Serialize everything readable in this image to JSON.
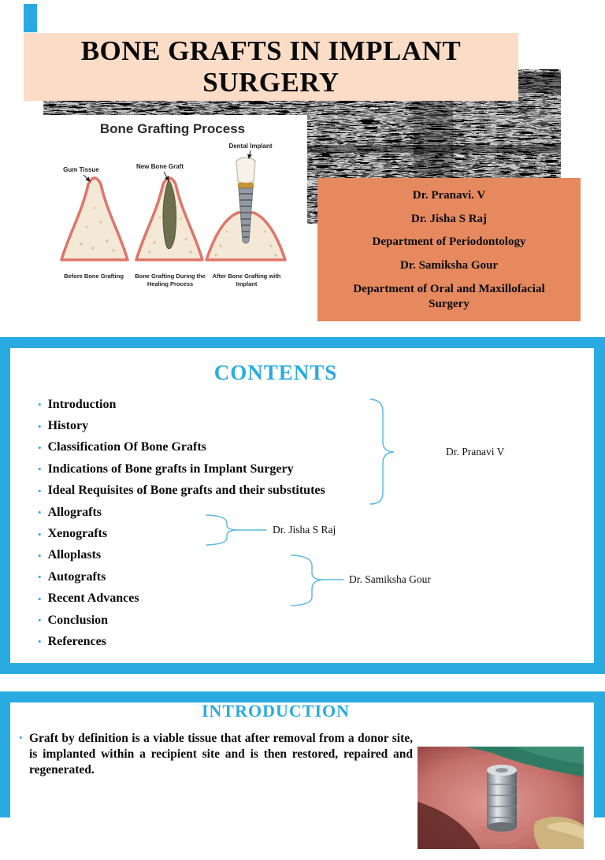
{
  "slide1": {
    "title": "BONE GRAFTS IN IMPLANT SURGERY",
    "diagram": {
      "title": "Bone Grafting Process",
      "label_gum": "Gum Tissue",
      "label_graft": "New Bone Graft",
      "label_implant": "Dental Implant",
      "captions": [
        "Before Bone Grafting",
        "Bone Grafting During the Healing Process",
        "After Bone Grafting with Implant"
      ]
    },
    "authors": [
      "Dr. Pranavi. V",
      "Dr. Jisha S Raj",
      "Department of Periodontology",
      "Dr. Samiksha Gour",
      "Department of Oral and Maxillofacial Surgery"
    ]
  },
  "contents": {
    "title": "CONTENTS",
    "items": [
      "Introduction",
      "History",
      "Classification Of Bone Grafts",
      "Indications of Bone grafts in Implant Surgery",
      "Ideal Requisites of Bone grafts and their substitutes",
      "Allografts",
      "Xenografts",
      "Alloplasts",
      "Autografts",
      "Recent Advances",
      "Conclusion",
      "References"
    ],
    "annotations": [
      {
        "label": "Dr. Pranavi V"
      },
      {
        "label": "Dr. Jisha S Raj"
      },
      {
        "label": "Dr. Samiksha Gour"
      }
    ]
  },
  "introduction": {
    "title": "INTRODUCTION",
    "paragraph": "Graft by definition is a viable tissue that after removal from a donor site, is implanted within a recipient site and is then restored, repaired and regenerated."
  },
  "colors": {
    "accent": "#29ABE2",
    "title_banner": "#FBDCC6",
    "author_box": "#E6895E",
    "gum_outline": "#E0756A",
    "bone_fill": "#F4E9D6",
    "graft_fill": "#6E6F4E"
  }
}
